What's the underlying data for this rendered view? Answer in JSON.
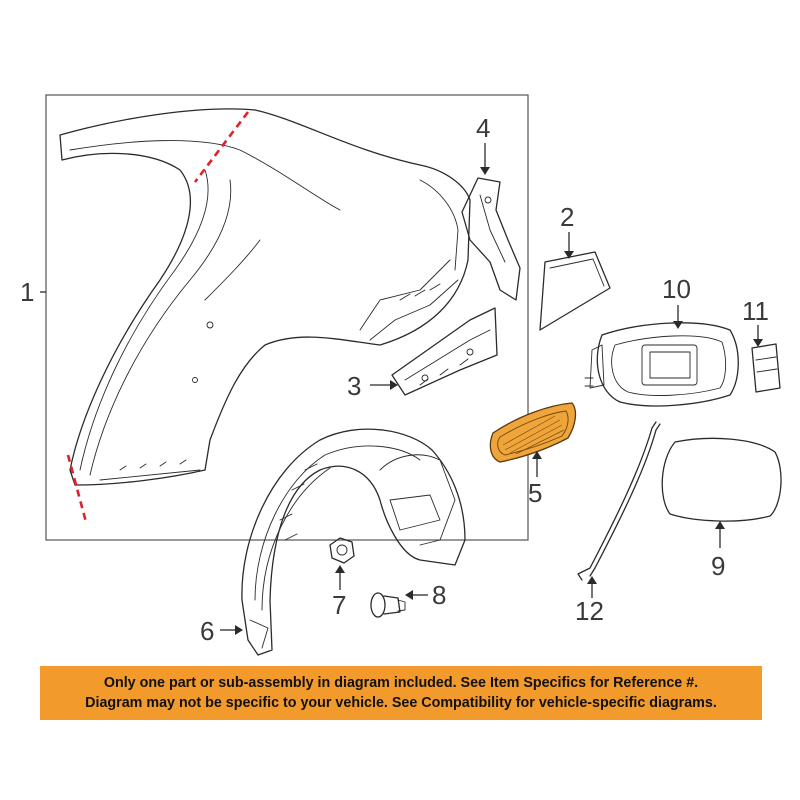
{
  "colors": {
    "highlight": "#f39a2c",
    "highlight_part": "#f0a53a",
    "cut_line": "#e0202a",
    "line": "#2b2b2b",
    "label": "#3a3a3a",
    "banner": "#f39a2c"
  },
  "callouts": {
    "c1": "1",
    "c2": "2",
    "c3": "3",
    "c4": "4",
    "c5": "5",
    "c6": "6",
    "c7": "7",
    "c8": "8",
    "c9": "9",
    "c10": "10",
    "c11": "11",
    "c12": "12"
  },
  "highlighted_part": "5",
  "disclaimer": {
    "line1": "Only one part or sub-assembly in diagram included. See Item Specifics for Reference #.",
    "line2": "Diagram may not be specific to your vehicle. See Compatibility for vehicle-specific diagrams."
  }
}
